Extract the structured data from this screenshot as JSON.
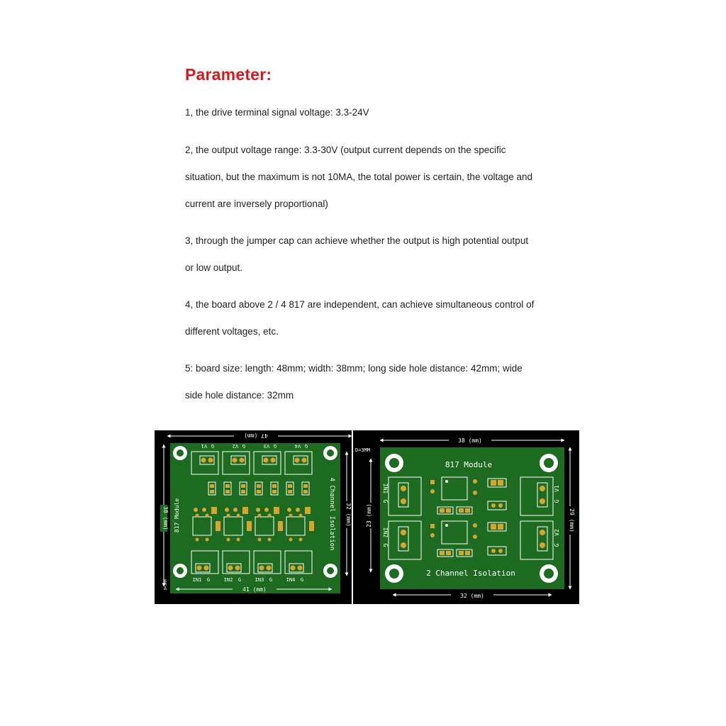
{
  "title": "Parameter:",
  "lines": [
    "1, the drive terminal signal voltage: 3.3-24V",
    "2, the output voltage range: 3.3-30V (output current depends on the specific",
    "situation, but the maximum is not 10MA, the total power is certain, the voltage and",
    "current are inversely proportional)",
    "3, through the jumper cap can achieve whether the output is high potential output",
    "or low output.",
    "4, the board above 2 / 4 817 are independent, can achieve simultaneous control of",
    "different voltages, etc.",
    "5: board size: length: 48mm; width: 38mm; long side hole distance: 42mm; wide",
    "side hole distance: 32mm"
  ],
  "board4": {
    "top_dim": "47 (mm)",
    "bottom_dim": "41 (mm)",
    "left_dim": "38 (mm)",
    "right_dim": "32 (mm)",
    "hole_note": "D=3MM",
    "module_label": "817 Module",
    "side_label": "4 Channel Isolation",
    "outputs": [
      "V1",
      "V2",
      "V3",
      "V4"
    ],
    "g_label": "G",
    "inputs": [
      "IN1",
      "IN2",
      "IN3",
      "IN4"
    ]
  },
  "board2": {
    "top_dim": "38 (mm)",
    "bottom_dim": "32 (mm)",
    "left_dim": "23 (mm)",
    "right_dim": "29 (mm)",
    "hole_note": "D=3MM",
    "module_label": "817 Module",
    "bottom_label": "2 Channel Isolation",
    "inputs": [
      "IN1",
      "IN2"
    ],
    "outputs": [
      "V1",
      "V2"
    ],
    "g_label": "G"
  },
  "colors": {
    "title": "#d7191c",
    "pcb_green": "#1d6a21",
    "pcb_black": "#000000",
    "silkscreen": "#ffffff",
    "pad_gold": "#d8a531"
  }
}
